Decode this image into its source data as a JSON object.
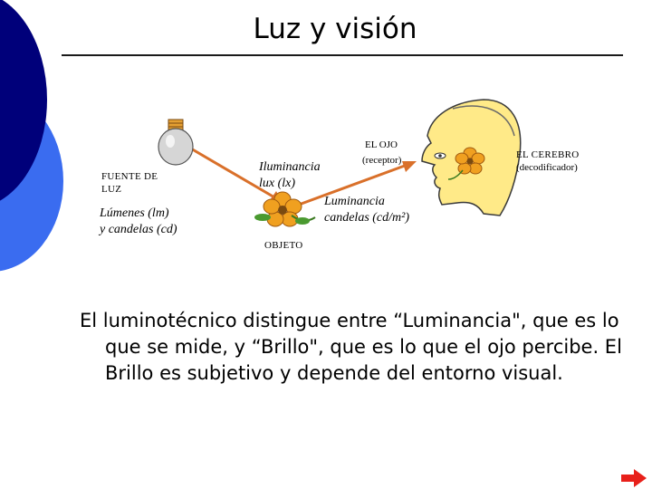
{
  "slide": {
    "title": "Luz y visión",
    "body": "El luminotécnico distingue entre “Luminancia\", que es lo que se mide, y “Brillo\", que es lo que el ojo percibe. El Brillo es subjetivo y depende del entorno visual."
  },
  "diagram": {
    "source_label_line1": "FUENTE DE",
    "source_label_line2": "LUZ",
    "source_units_line1": "Lúmenes (lm)",
    "source_units_line2": "y candelas (cd)",
    "illuminance_line1": "Iluminancia",
    "illuminance_line2": "lux (lx)",
    "eye_label": "EL OJO",
    "eye_sublabel": "(receptor)",
    "luminance_line1": "Luminancia",
    "luminance_line2": "candelas (cd/m²)",
    "object_label": "OBJETO",
    "brain_label": "EL CEREBRO",
    "brain_sublabel": "(decodificador)"
  },
  "colors": {
    "arrow": "#d9702a",
    "deco_dark": "#00007a",
    "deco_light": "#3a6cf0",
    "head": "#ffea88",
    "flower": "#f0a020",
    "next": "#e8201a"
  },
  "icons": [
    "light-bulb-icon",
    "flower-icon",
    "head-profile-icon",
    "next-arrow-icon"
  ]
}
